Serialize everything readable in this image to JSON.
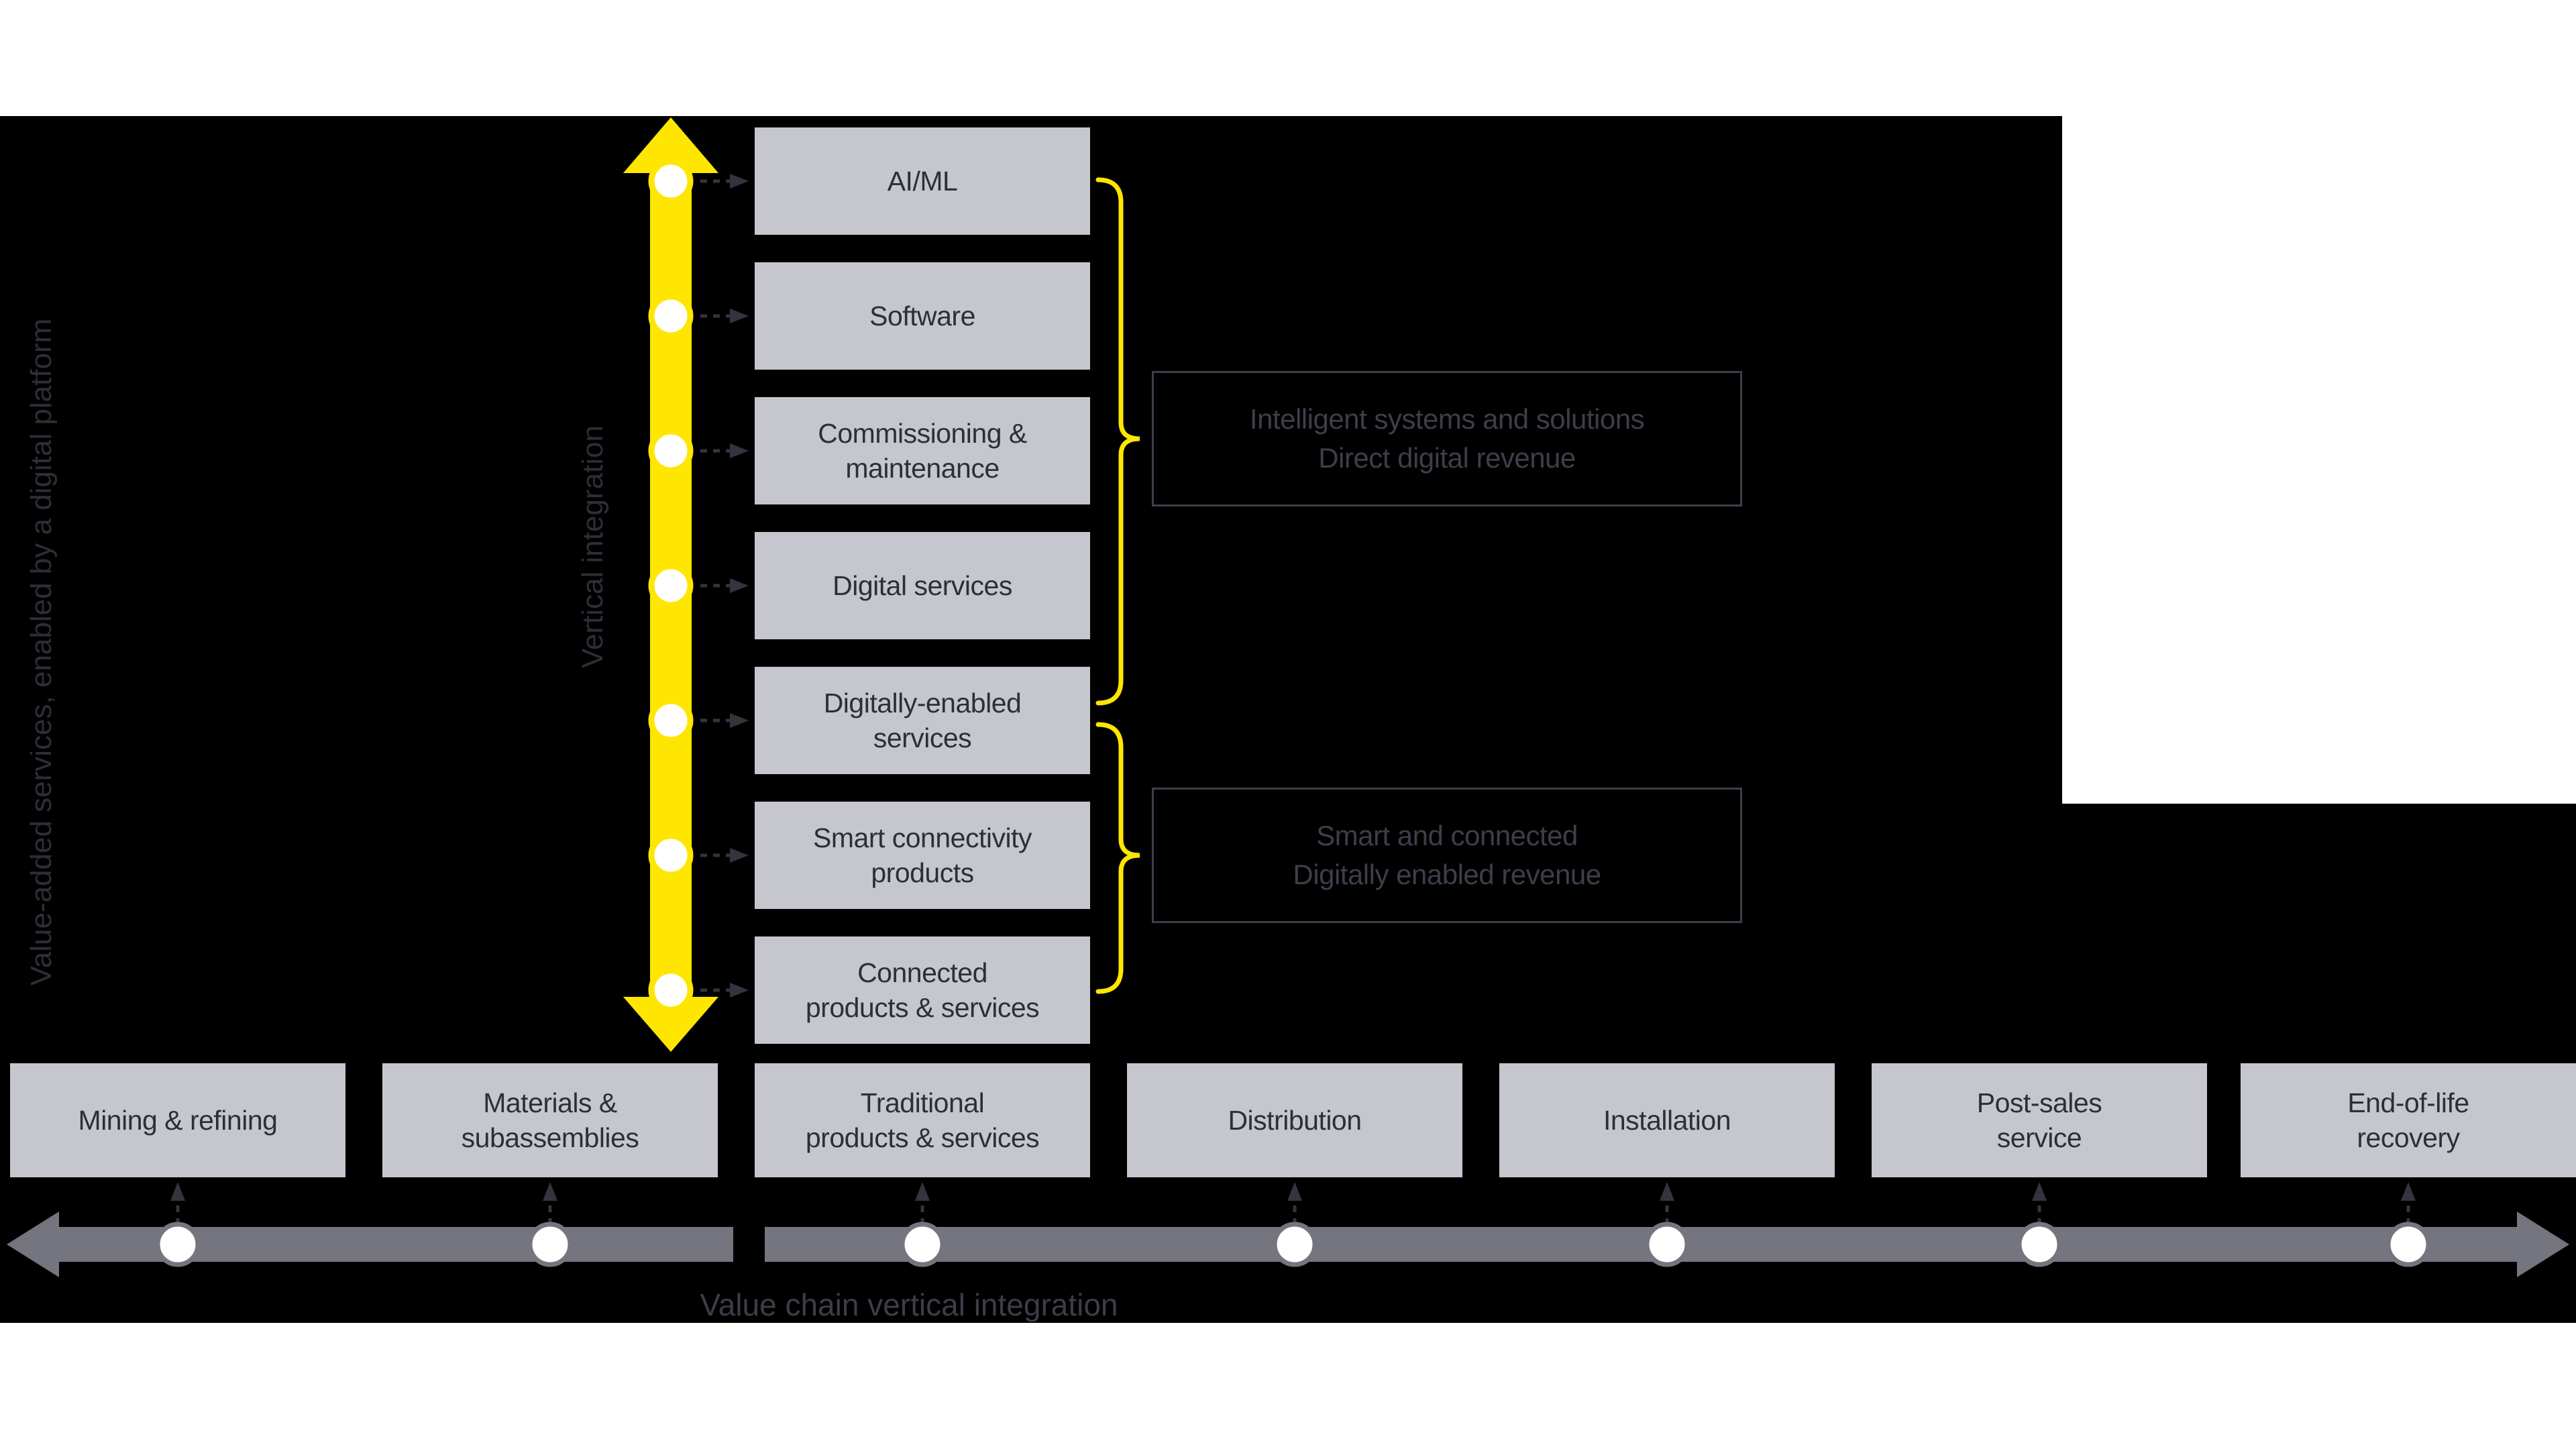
{
  "palette": {
    "background": "#ffffff",
    "panel": "#000000",
    "yellow": "#ffe600",
    "gray_arrow": "#75757f",
    "box_fill": "#c6c6cf",
    "box_text": "#2e2e38",
    "outline_label": "#3e3e4b",
    "side_label": "#2e2e39",
    "title_label": "#3d3d4a",
    "dash": "#34343e"
  },
  "labels": {
    "left_axis": "Value-added services, enabled by a digital platform",
    "vertical_arrow": "Vertical integration",
    "bottom_axis": "Value chain vertical integration"
  },
  "stack_boxes": [
    {
      "label": "AI/ML"
    },
    {
      "label": "Software"
    },
    {
      "label": "Commissioning &\nmaintenance"
    },
    {
      "label": "Digital services"
    },
    {
      "label": "Digitally-enabled\nservices"
    },
    {
      "label": "Smart connectivity\nproducts"
    },
    {
      "label": "Connected\nproducts & services"
    }
  ],
  "revenue_groups": [
    {
      "line1": "Intelligent systems and solutions",
      "line2": "Direct digital revenue"
    },
    {
      "line1": "Smart and connected",
      "line2": "Digitally enabled revenue"
    }
  ],
  "value_chain_boxes": [
    {
      "label": "Mining & refining"
    },
    {
      "label": "Materials &\nsubassemblies"
    },
    {
      "label": "Traditional\nproducts & services"
    },
    {
      "label": "Distribution"
    },
    {
      "label": "Installation"
    },
    {
      "label": "Post-sales\nservice"
    },
    {
      "label": "End-of-life\nrecovery"
    }
  ]
}
